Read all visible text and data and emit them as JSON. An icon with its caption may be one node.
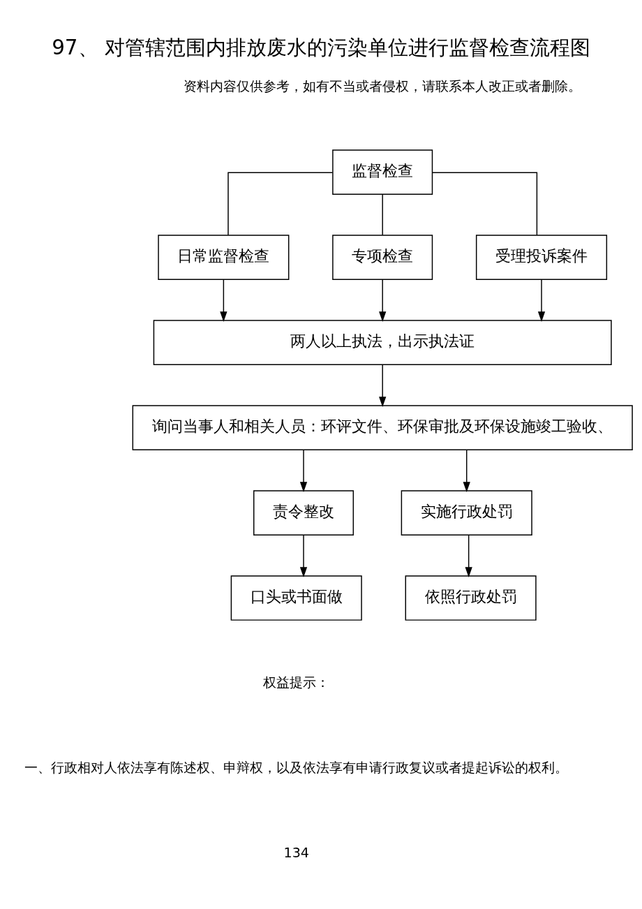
{
  "diagram": {
    "title": "97、 对管辖范围内排放废水的污染单位进行监督检查流程图",
    "nodes": [
      {
        "text": [
          "监督检查"
        ]
      },
      {
        "text": [
          "日常监督检查"
        ]
      },
      {
        "text": [
          "专项检查"
        ]
      },
      {
        "text": [
          "受理投诉案件"
        ]
      },
      {
        "text": [
          "两人以上执法，出示执法证"
        ]
      },
      {
        "text": [
          "询问当事人和相关人员：环评文件、环保审批及环保设施竣工验收、"
        ]
      },
      {
        "text": [
          "责令整改"
        ]
      },
      {
        "text": [
          "实施行政处罚"
        ]
      },
      {
        "text": [
          "口头或书面做"
        ]
      },
      {
        "text": [
          "依照行政处罚"
        ]
      }
    ],
    "edges": [
      {
        "from": 0,
        "to": 1,
        "arrow": "none"
      },
      {
        "from": 0,
        "to": 2,
        "arrow": "none"
      },
      {
        "from": 0,
        "to": 3,
        "arrow": "none"
      },
      {
        "from": 1,
        "to": 4,
        "arrow": "to"
      },
      {
        "from": 2,
        "to": 4,
        "arrow": "to"
      },
      {
        "from": 3,
        "to": 4,
        "arrow": "to"
      },
      {
        "from": 4,
        "to": 5,
        "arrow": "to"
      },
      {
        "from": 5,
        "to": 6,
        "arrow": "to"
      },
      {
        "from": 5,
        "to": 7,
        "arrow": "to"
      },
      {
        "from": 6,
        "to": 8,
        "arrow": "to"
      },
      {
        "from": 7,
        "to": 9,
        "arrow": "to"
      }
    ],
    "labels": [
      "资料内容仅供参考，如有不当或者侵权，请联系本人改正或者删除。",
      "权益提示：",
      "一、行政相对人依法享有陈述权、申辩权，以及依法享有申请行政复议或者提起诉讼的权利。",
      "134"
    ]
  }
}
